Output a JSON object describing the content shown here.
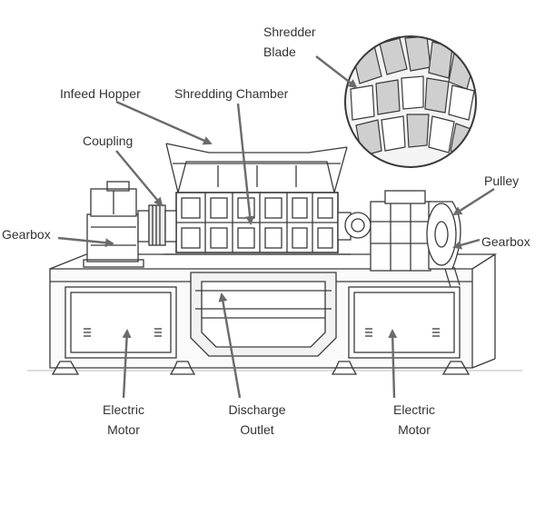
{
  "labels": {
    "shredder_blade": [
      "Shredder",
      "Blade"
    ],
    "infeed_hopper": "Infeed Hopper",
    "shredding_chamber": "Shredding Chamber",
    "coupling": "Coupling",
    "pulley": "Pulley",
    "gearbox_left": "Gearbox",
    "gearbox_right": "Gearbox",
    "electric_motor_left": [
      "Electric",
      "Motor"
    ],
    "discharge_outlet": [
      "Discharge",
      "Outlet"
    ],
    "electric_motor_right": [
      "Electric",
      "Motor"
    ]
  },
  "colors": {
    "line": "#3a3a3a",
    "arrow": "#6b6b6b",
    "text": "#333333",
    "shade": "#d9d9d9"
  }
}
